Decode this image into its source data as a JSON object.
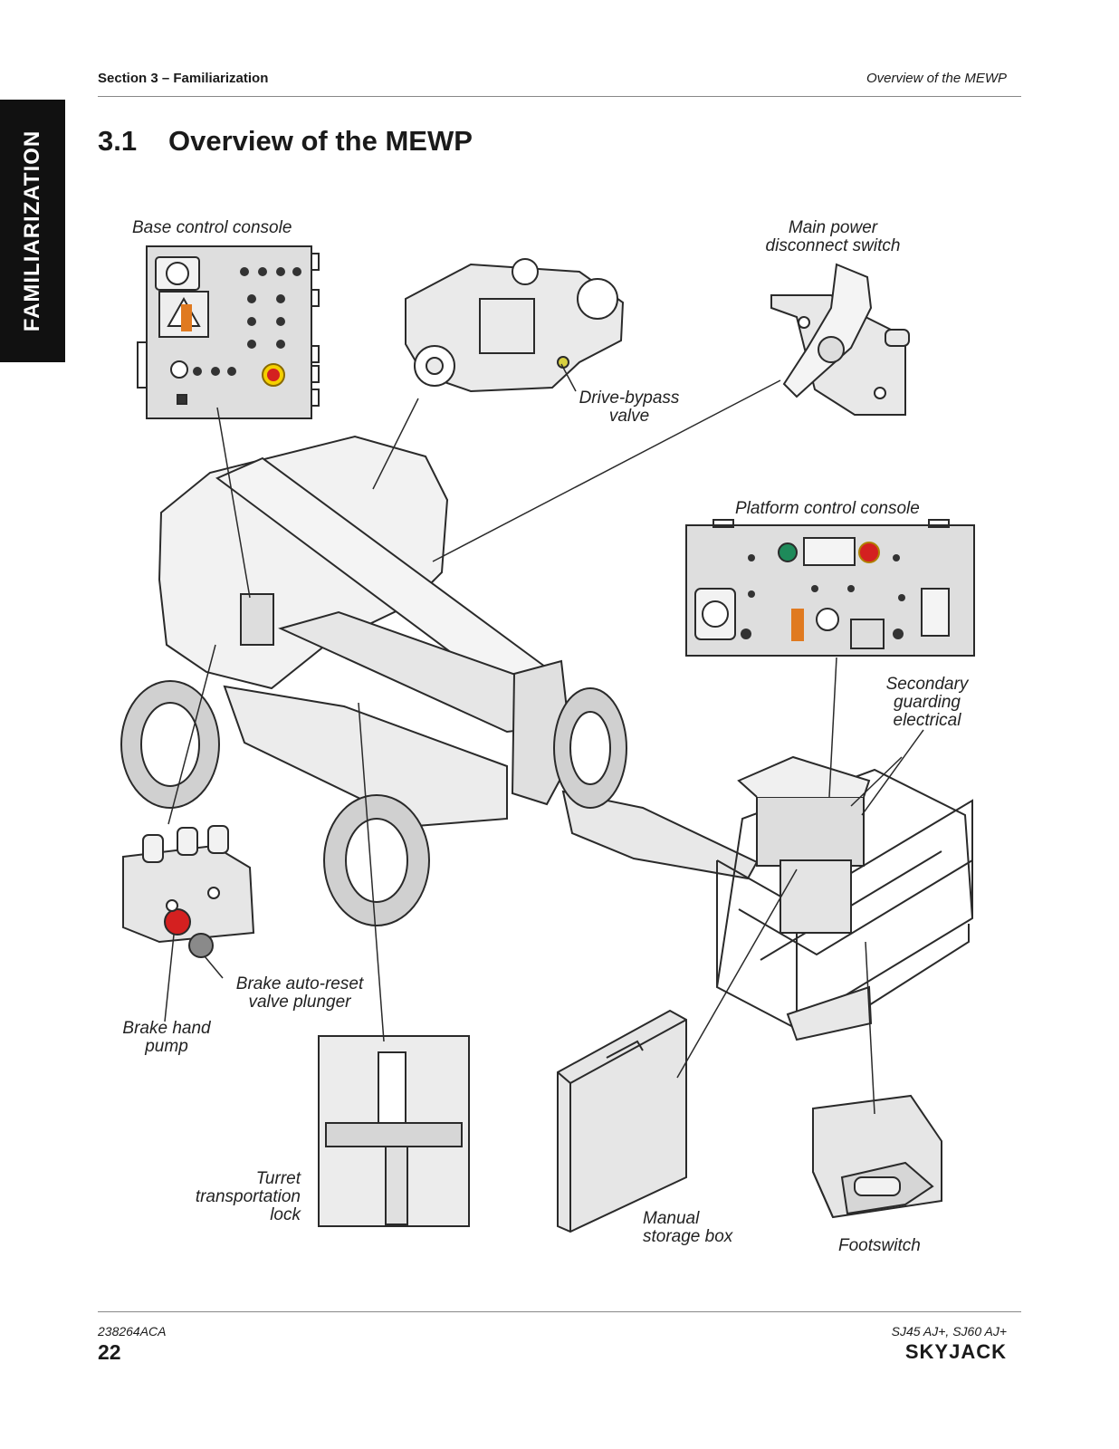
{
  "side_tab": "FAMILIARIZATION",
  "header": {
    "section": "Section 3 – Familiarization",
    "topic": "Overview of the MEWP"
  },
  "title": {
    "number": "3.1",
    "text": "Overview of the MEWP"
  },
  "callouts": {
    "base_control_console": "Base control console",
    "main_power_disconnect": "Main power\ndisconnect switch",
    "drive_bypass_valve": "Drive-bypass\nvalve",
    "platform_control_console": "Platform control console",
    "secondary_guarding": "Secondary\nguarding\nelectrical",
    "brake_auto_reset": "Brake auto-reset\nvalve plunger",
    "brake_hand_pump": "Brake hand\npump",
    "turret_lock": "Turret\ntransportation\nlock",
    "manual_storage_box": "Manual\nstorage box",
    "footswitch": "Footswitch"
  },
  "footer": {
    "doc_code": "238264ACA",
    "page_number": "22",
    "models": "SJ45 AJ+, SJ60 AJ+",
    "brand": "SKYJACK"
  },
  "colors": {
    "emergency_stop_red": "#d42020",
    "plunger_grey": "#8a8a8a",
    "line_art": "#2a2a2a",
    "panel_fill": "#dedede"
  }
}
